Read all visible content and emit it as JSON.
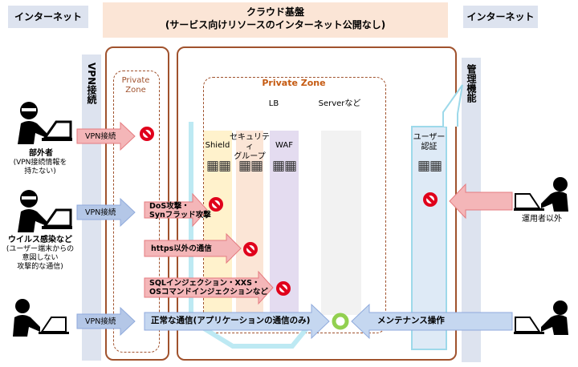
{
  "header": {
    "internet_left": "インターネット",
    "cloud_title": "クラウド基盤",
    "cloud_subtitle": "(サービス向けリソースのインターネット公開なし)",
    "internet_right": "インターネット"
  },
  "columns": {
    "vpn": "VPN接続",
    "admin": "管理機能"
  },
  "zones": {
    "small_private_zone": "Private\nZone",
    "private_zone": "Private Zone",
    "lb": "LB",
    "server": "Serverなど",
    "shield": "Shield",
    "security_group": "セキュリティ\nグループ",
    "waf": "WAF",
    "user_auth": "ユーザー\n認証"
  },
  "actors": {
    "insider": {
      "name": "部外者",
      "note": "(VPN接続情報を\n持たない)"
    },
    "virus": {
      "name": "ウイルス感染など",
      "note": "(ユーザー端末からの\n意図しない\n攻撃的な通信)"
    },
    "operator_outside": "運用者以外"
  },
  "arrows": {
    "vpn1": "VPN接続",
    "vpn2": "VPN接続",
    "vpn3": "VPN接続",
    "dos": "DoS攻撃・\nSynフラッド攻撃",
    "https": "https以外の通信",
    "sqli": "SQLインジェクション・XXS・\nOSコマンドインジェクションなど",
    "normal": "正常な通信(アプリケーションの通信のみ)",
    "maintenance": "メンテナンス操作"
  },
  "colors": {
    "header_blue": "#dde3ef",
    "cloud_orange": "#fbe5d6",
    "zone_border": "#a0522d",
    "red_arrow": "#f4b6b8",
    "blue_arrow": "#b4c7e7",
    "shield": "#fff2cc",
    "security_group": "#fbe5d6",
    "waf": "#e4dcf0",
    "server": "#f2f2f2",
    "lb_frame": "#bde9f3",
    "prohibit": "#e0001b",
    "ok_ring": "#92d050"
  }
}
